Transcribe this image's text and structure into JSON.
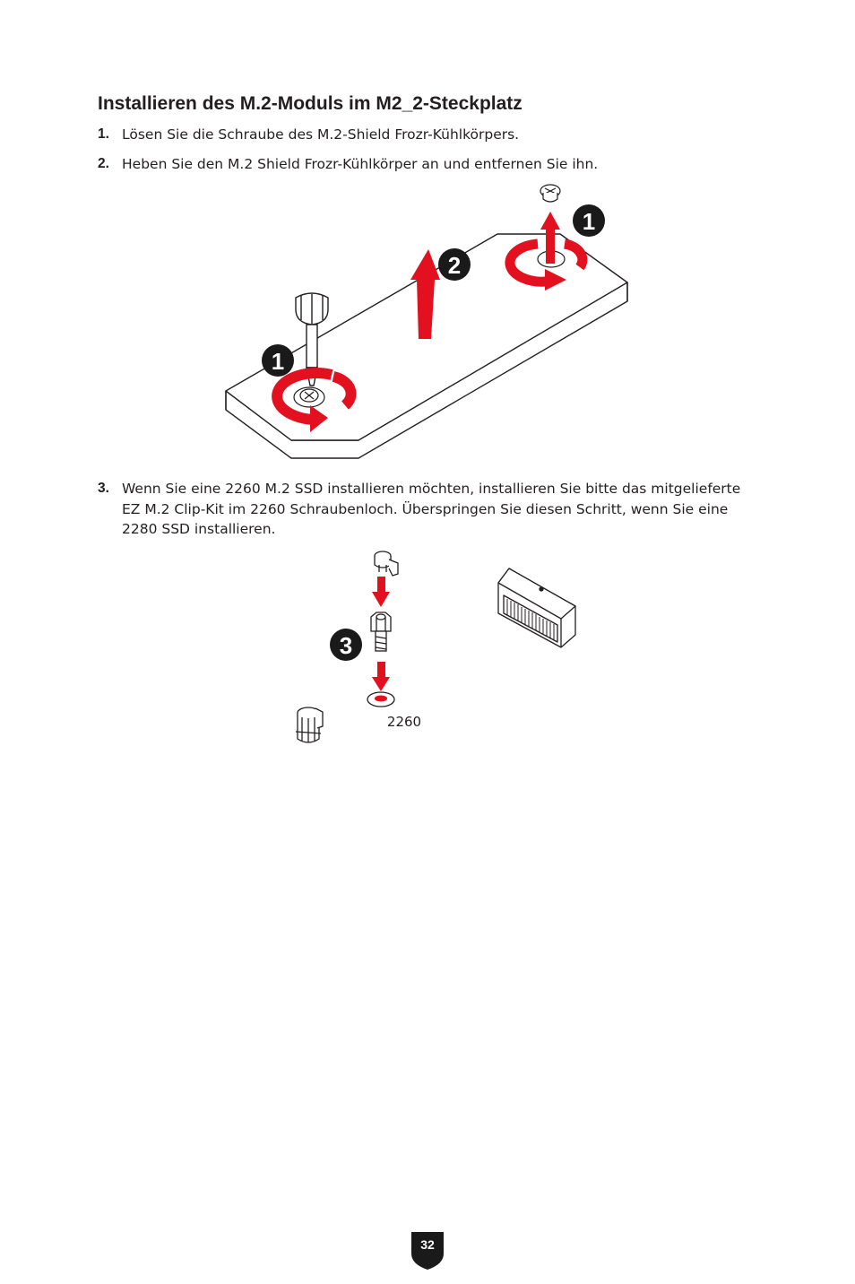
{
  "section": {
    "title": "Installieren des M.2-Moduls im M2_2-Steckplatz"
  },
  "steps": [
    {
      "number": "1.",
      "text": "Lösen Sie die Schraube des M.2-Shield Frozr-Kühlkörpers."
    },
    {
      "number": "2.",
      "text": "Heben Sie den M.2 Shield Frozr-Kühlkörper an und entfernen Sie ihn."
    },
    {
      "number": "3.",
      "text": "Wenn Sie eine 2260 M.2 SSD installieren möchten, installieren Sie bitte das mitgelieferte EZ M.2 Clip-Kit im 2260 Schraubenloch. Überspringen Sie diesen Schritt, wenn Sie eine 2280 SSD installieren."
    }
  ],
  "figure1": {
    "badge_a": "1",
    "badge_b": "2",
    "badge_c": "1"
  },
  "figure2": {
    "badge": "3",
    "hole_label": "2260"
  },
  "footer": {
    "page_number": "32"
  },
  "colors": {
    "accent_red": "#e3101f",
    "ink": "#231f20",
    "badge_black": "#1a1a1a"
  }
}
